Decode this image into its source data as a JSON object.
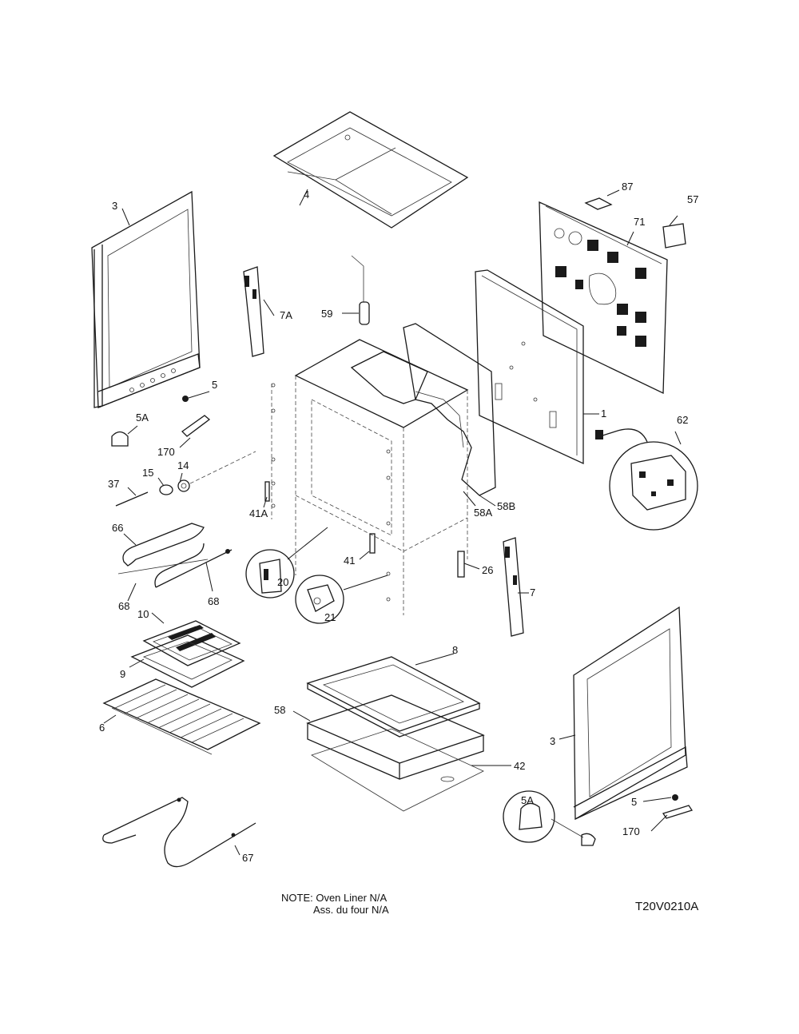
{
  "parts": {
    "p4": "4",
    "p87": "87",
    "p57": "57",
    "p71": "71",
    "p3_left": "3",
    "p7A": "7A",
    "p59": "59",
    "p5_left": "5",
    "p5A_left": "5A",
    "p170_left": "170",
    "p1": "1",
    "p62": "62",
    "p15": "15",
    "p14": "14",
    "p37": "37",
    "p41A": "41A",
    "p58A": "58A",
    "p58B": "58B",
    "p66": "66",
    "p41": "41",
    "p26": "26",
    "p20": "20",
    "p68_right": "68",
    "p68_left": "68",
    "p21": "21",
    "p7": "7",
    "p10": "10",
    "p8": "8",
    "p9": "9",
    "p3_right": "3",
    "p6": "6",
    "p58": "58",
    "p42": "42",
    "p5A_right": "5A",
    "p5_right": "5",
    "p170_right": "170",
    "p67": "67"
  },
  "note": {
    "line1": "NOTE: Oven Liner N/A",
    "line2": "Ass. du four N/A"
  },
  "drawing_code": "T20V0210A"
}
